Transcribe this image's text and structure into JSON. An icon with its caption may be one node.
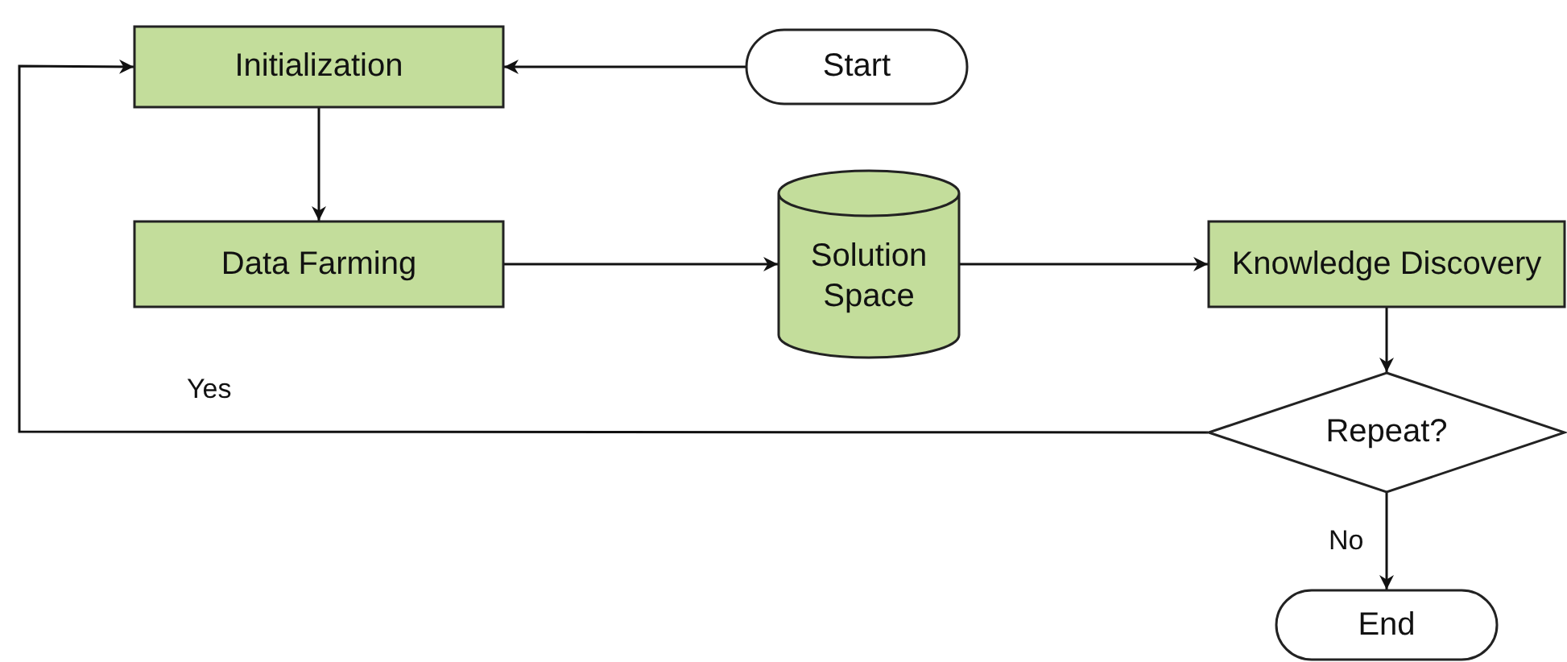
{
  "diagram": {
    "nodes": [
      {
        "text": [
          "Initialization"
        ]
      },
      {
        "text": [
          "Start"
        ]
      },
      {
        "text": [
          "Data Farming"
        ]
      },
      {
        "text": [
          "Solution Space"
        ]
      },
      {
        "text": [
          "Knowledge Discovery"
        ]
      },
      {
        "text": [
          "Repeat?"
        ]
      },
      {
        "text": [
          "End"
        ]
      }
    ],
    "edges": [
      {
        "from": 1,
        "to": 0,
        "arrow": "to"
      },
      {
        "from": 0,
        "to": 2,
        "arrow": "to"
      },
      {
        "from": 2,
        "to": 3,
        "arrow": "to"
      },
      {
        "from": 3,
        "to": 4,
        "arrow": "to"
      },
      {
        "from": 4,
        "to": 5,
        "arrow": "to"
      },
      {
        "from": 5,
        "to": 0,
        "arrow": "to",
        "label": "Yes"
      },
      {
        "from": 5,
        "to": 6,
        "arrow": "to",
        "label": "No"
      }
    ]
  }
}
